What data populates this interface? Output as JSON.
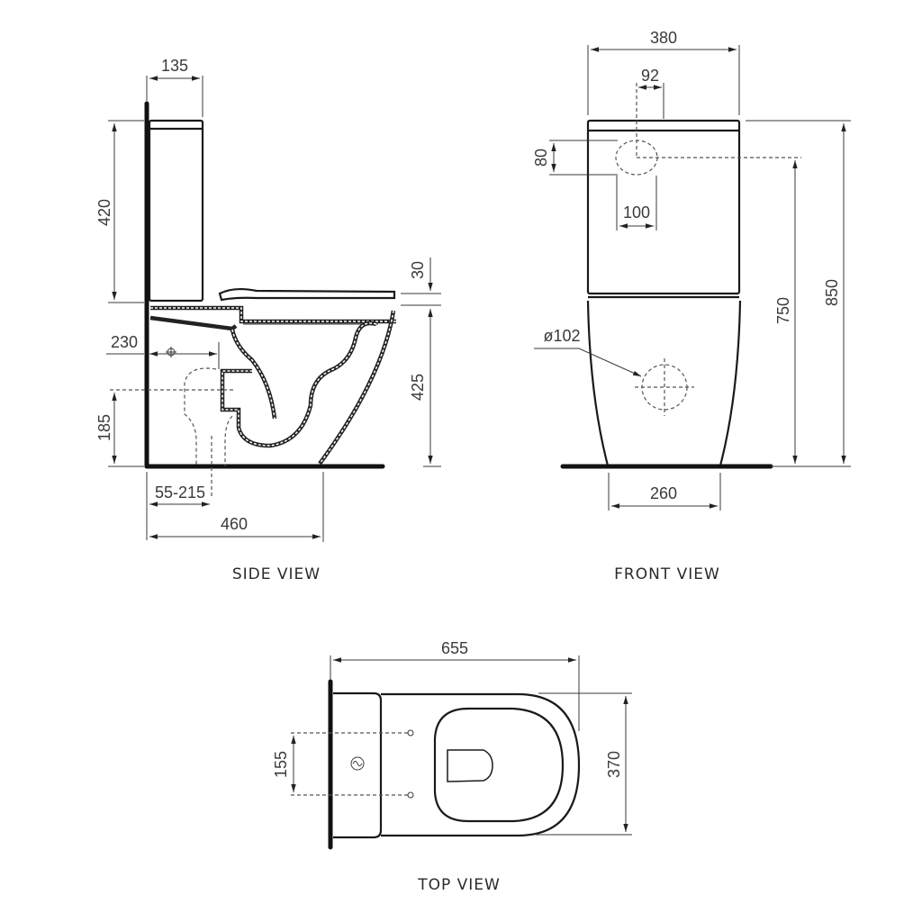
{
  "views": {
    "side": {
      "label": "SIDE VIEW",
      "dimensions": {
        "tank_depth": "135",
        "tank_height": "420",
        "seat_thickness": "30",
        "pan_height": "425",
        "inlet_offset": "230",
        "outlet_height": "185",
        "outlet_setout": "55-215",
        "overall_depth": "460"
      }
    },
    "front": {
      "label": "FRONT VIEW",
      "dimensions": {
        "overall_width": "380",
        "inlet_offset": "92",
        "inlet_height_zone": "80",
        "inlet_width_zone": "100",
        "waste_diameter": "ø102",
        "inlet_height": "750",
        "overall_height": "850",
        "base_width": "260"
      }
    },
    "top": {
      "label": "TOP VIEW",
      "dimensions": {
        "overall_length": "655",
        "fixing_spacing": "155",
        "overall_width": "370"
      }
    }
  },
  "colors": {
    "line": "#1a1a1a",
    "text": "#3a3a3a",
    "background": "#ffffff"
  }
}
